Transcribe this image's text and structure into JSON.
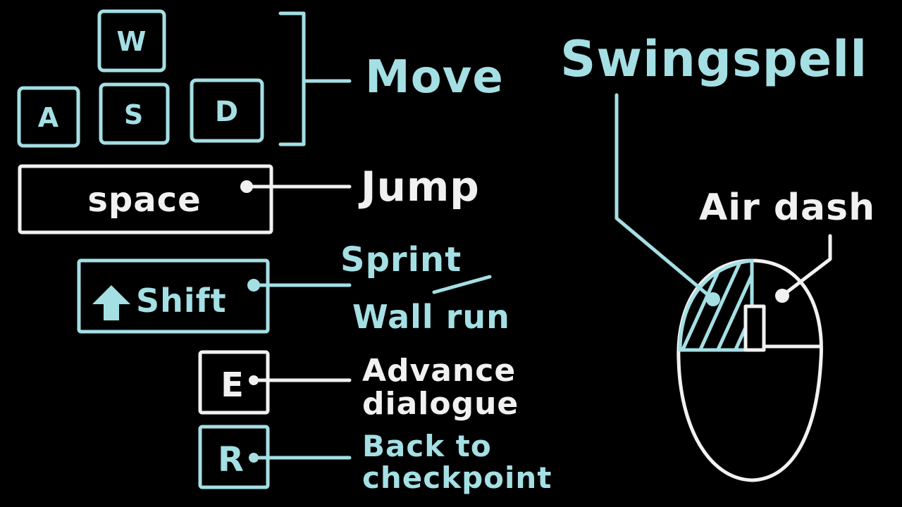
{
  "keys": {
    "w": "W",
    "a": "A",
    "s": "S",
    "d": "D",
    "space": "space",
    "shift": "Shift",
    "e": "E",
    "r": "R"
  },
  "actions": {
    "move": "Move",
    "jump": "Jump",
    "sprint": "Sprint",
    "wall_run": "Wall run",
    "advance_line1": "Advance",
    "advance_line2": "dialogue",
    "back_line1": "Back to",
    "back_line2": "checkpoint"
  },
  "mouse": {
    "left_action": "Swingspell",
    "right_action": "Air dash"
  },
  "icons": {
    "shift_arrow": "up-arrow-icon",
    "mouse": "mouse-icon"
  },
  "colors": {
    "background": "#000000",
    "accent": "#a4dfe4",
    "chalk": "#f1f1f1"
  }
}
